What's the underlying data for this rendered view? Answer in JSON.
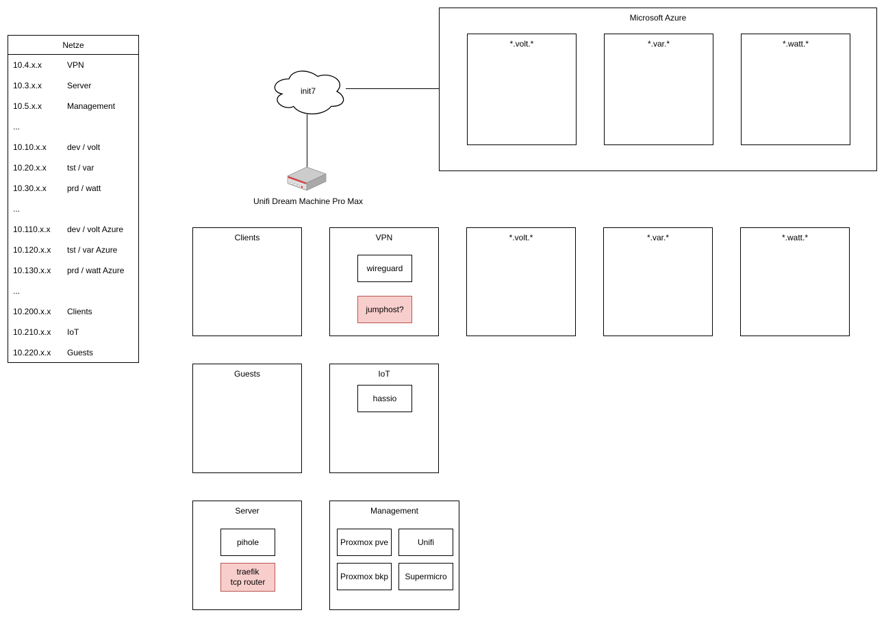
{
  "diagram": {
    "netze_table": {
      "title": "Netze",
      "rows": [
        {
          "ip": "10.4.x.x",
          "name": "VPN"
        },
        {
          "ip": "10.3.x.x",
          "name": "Server"
        },
        {
          "ip": "10.5.x.x",
          "name": "Management"
        },
        {
          "ip": "...",
          "name": ""
        },
        {
          "ip": "10.10.x.x",
          "name": "dev / volt"
        },
        {
          "ip": "10.20.x.x",
          "name": "tst / var"
        },
        {
          "ip": "10.30.x.x",
          "name": "prd / watt"
        },
        {
          "ip": "...",
          "name": ""
        },
        {
          "ip": "10.110.x.x",
          "name": "dev / volt Azure"
        },
        {
          "ip": "10.120.x.x",
          "name": "tst / var Azure"
        },
        {
          "ip": "10.130.x.x",
          "name": "prd / watt Azure"
        },
        {
          "ip": "...",
          "name": ""
        },
        {
          "ip": "10.200.x.x",
          "name": "Clients"
        },
        {
          "ip": "10.210.x.x",
          "name": "IoT"
        },
        {
          "ip": "10.220.x.x",
          "name": "Guests"
        }
      ]
    },
    "wan": {
      "cloud_label": "init7",
      "router_label": "Unifi Dream Machine Pro Max"
    },
    "azure": {
      "title": "Microsoft Azure",
      "zones": [
        {
          "label": "*.volt.*"
        },
        {
          "label": "*.var.*"
        },
        {
          "label": "*.watt.*"
        }
      ]
    },
    "lan": {
      "clients_title": "Clients",
      "vpn_title": "VPN",
      "vpn_nodes": [
        {
          "label": "wireguard"
        },
        {
          "label": "jumphost?"
        }
      ],
      "zones": [
        {
          "label": "*.volt.*"
        },
        {
          "label": "*.var.*"
        },
        {
          "label": "*.watt.*"
        }
      ],
      "guests_title": "Guests",
      "iot_title": "IoT",
      "iot_nodes": [
        {
          "label": "hassio"
        }
      ],
      "server_title": "Server",
      "server_nodes": [
        {
          "label": "pihole"
        },
        {
          "label_line1": "traefik",
          "label_line2": "tcp router"
        }
      ],
      "management_title": "Management",
      "management_nodes": [
        {
          "label": "Proxmox pve"
        },
        {
          "label": "Unifi"
        },
        {
          "label": "Proxmox bkp"
        },
        {
          "label": "Supermicro"
        }
      ]
    },
    "colors": {
      "highlight_fill": "#f8cecc",
      "highlight_border": "#b85450",
      "line": "#000000"
    }
  }
}
